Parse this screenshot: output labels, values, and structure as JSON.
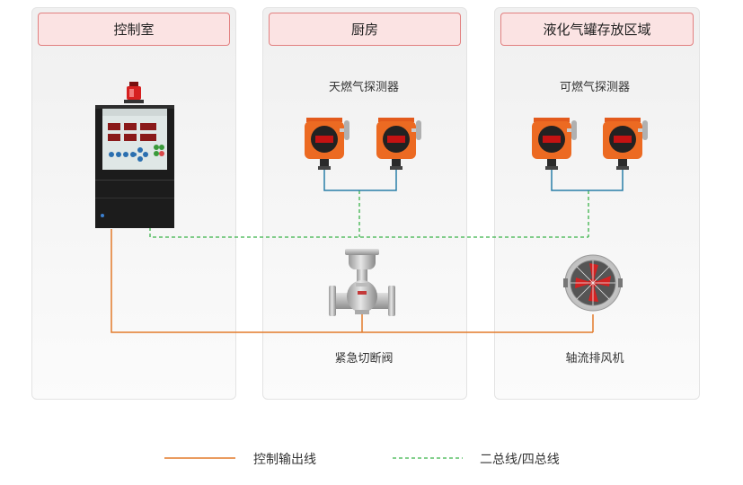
{
  "panels": {
    "control_room": "控制室",
    "kitchen": "厨房",
    "lpg_area": "液化气罐存放区域"
  },
  "devices": {
    "kitchen_detector_label": "天燃气探测器",
    "lpg_detector_label": "可燃气探测器",
    "valve_label": "紧急切断阀",
    "fan_label": "轴流排风机"
  },
  "legend": {
    "control_line": "控制输出线",
    "bus_line": "二总线/四总线"
  },
  "colors": {
    "control_line": "#e37a2a",
    "bus_line": "#3bb34a",
    "detector_wire": "#2a7fa8",
    "title_fill": "#fbe3e3",
    "title_border": "#e28080"
  }
}
